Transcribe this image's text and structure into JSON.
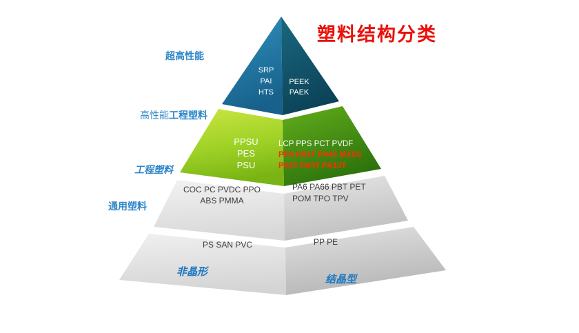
{
  "title": "塑料结构分类",
  "side_labels": {
    "ultra_high": "超高性能",
    "high_perf_prefix": "高性能",
    "high_perf_bold": "工程塑料",
    "engineering": "工程塑料",
    "general": "通用塑料"
  },
  "base_labels": {
    "left": "非晶形",
    "right": "结晶型"
  },
  "tiers": {
    "tier1": {
      "left_lines": [
        "SRP",
        "PAI",
        "HTS"
      ],
      "right_lines": [
        "PEEK",
        "PAEK"
      ]
    },
    "tier2": {
      "left_lines": [
        "PPSU",
        "PES",
        "PSU"
      ],
      "right_line1": "LCP PPS PCT PVDF",
      "right_line2": "PPA PA4T PA46 MXD6",
      "right_line3": "PA6T PA9T PA10T"
    },
    "tier3": {
      "left_line1": "COC PC PVDC PPO",
      "left_line2": "ABS PMMA",
      "right_line1": "PA6 PA66 PBT PET",
      "right_line2": "POM TPO TPV"
    },
    "tier4": {
      "left_line1": "PS SAN PVC",
      "right_line1": "PP PE"
    }
  },
  "colors": {
    "title_red": "#e8120b",
    "label_blue": "#2e86c8",
    "highlight_red": "#ff2e00",
    "tier1_blue_left": "#2b83ad",
    "tier1_blue_right": "#0d475c",
    "tier2_green_left": "#9fd226",
    "tier2_green_right": "#3c8a10",
    "tier_gray_left": "#e9e9e9",
    "tier_gray_right": "#c9c9c9"
  }
}
